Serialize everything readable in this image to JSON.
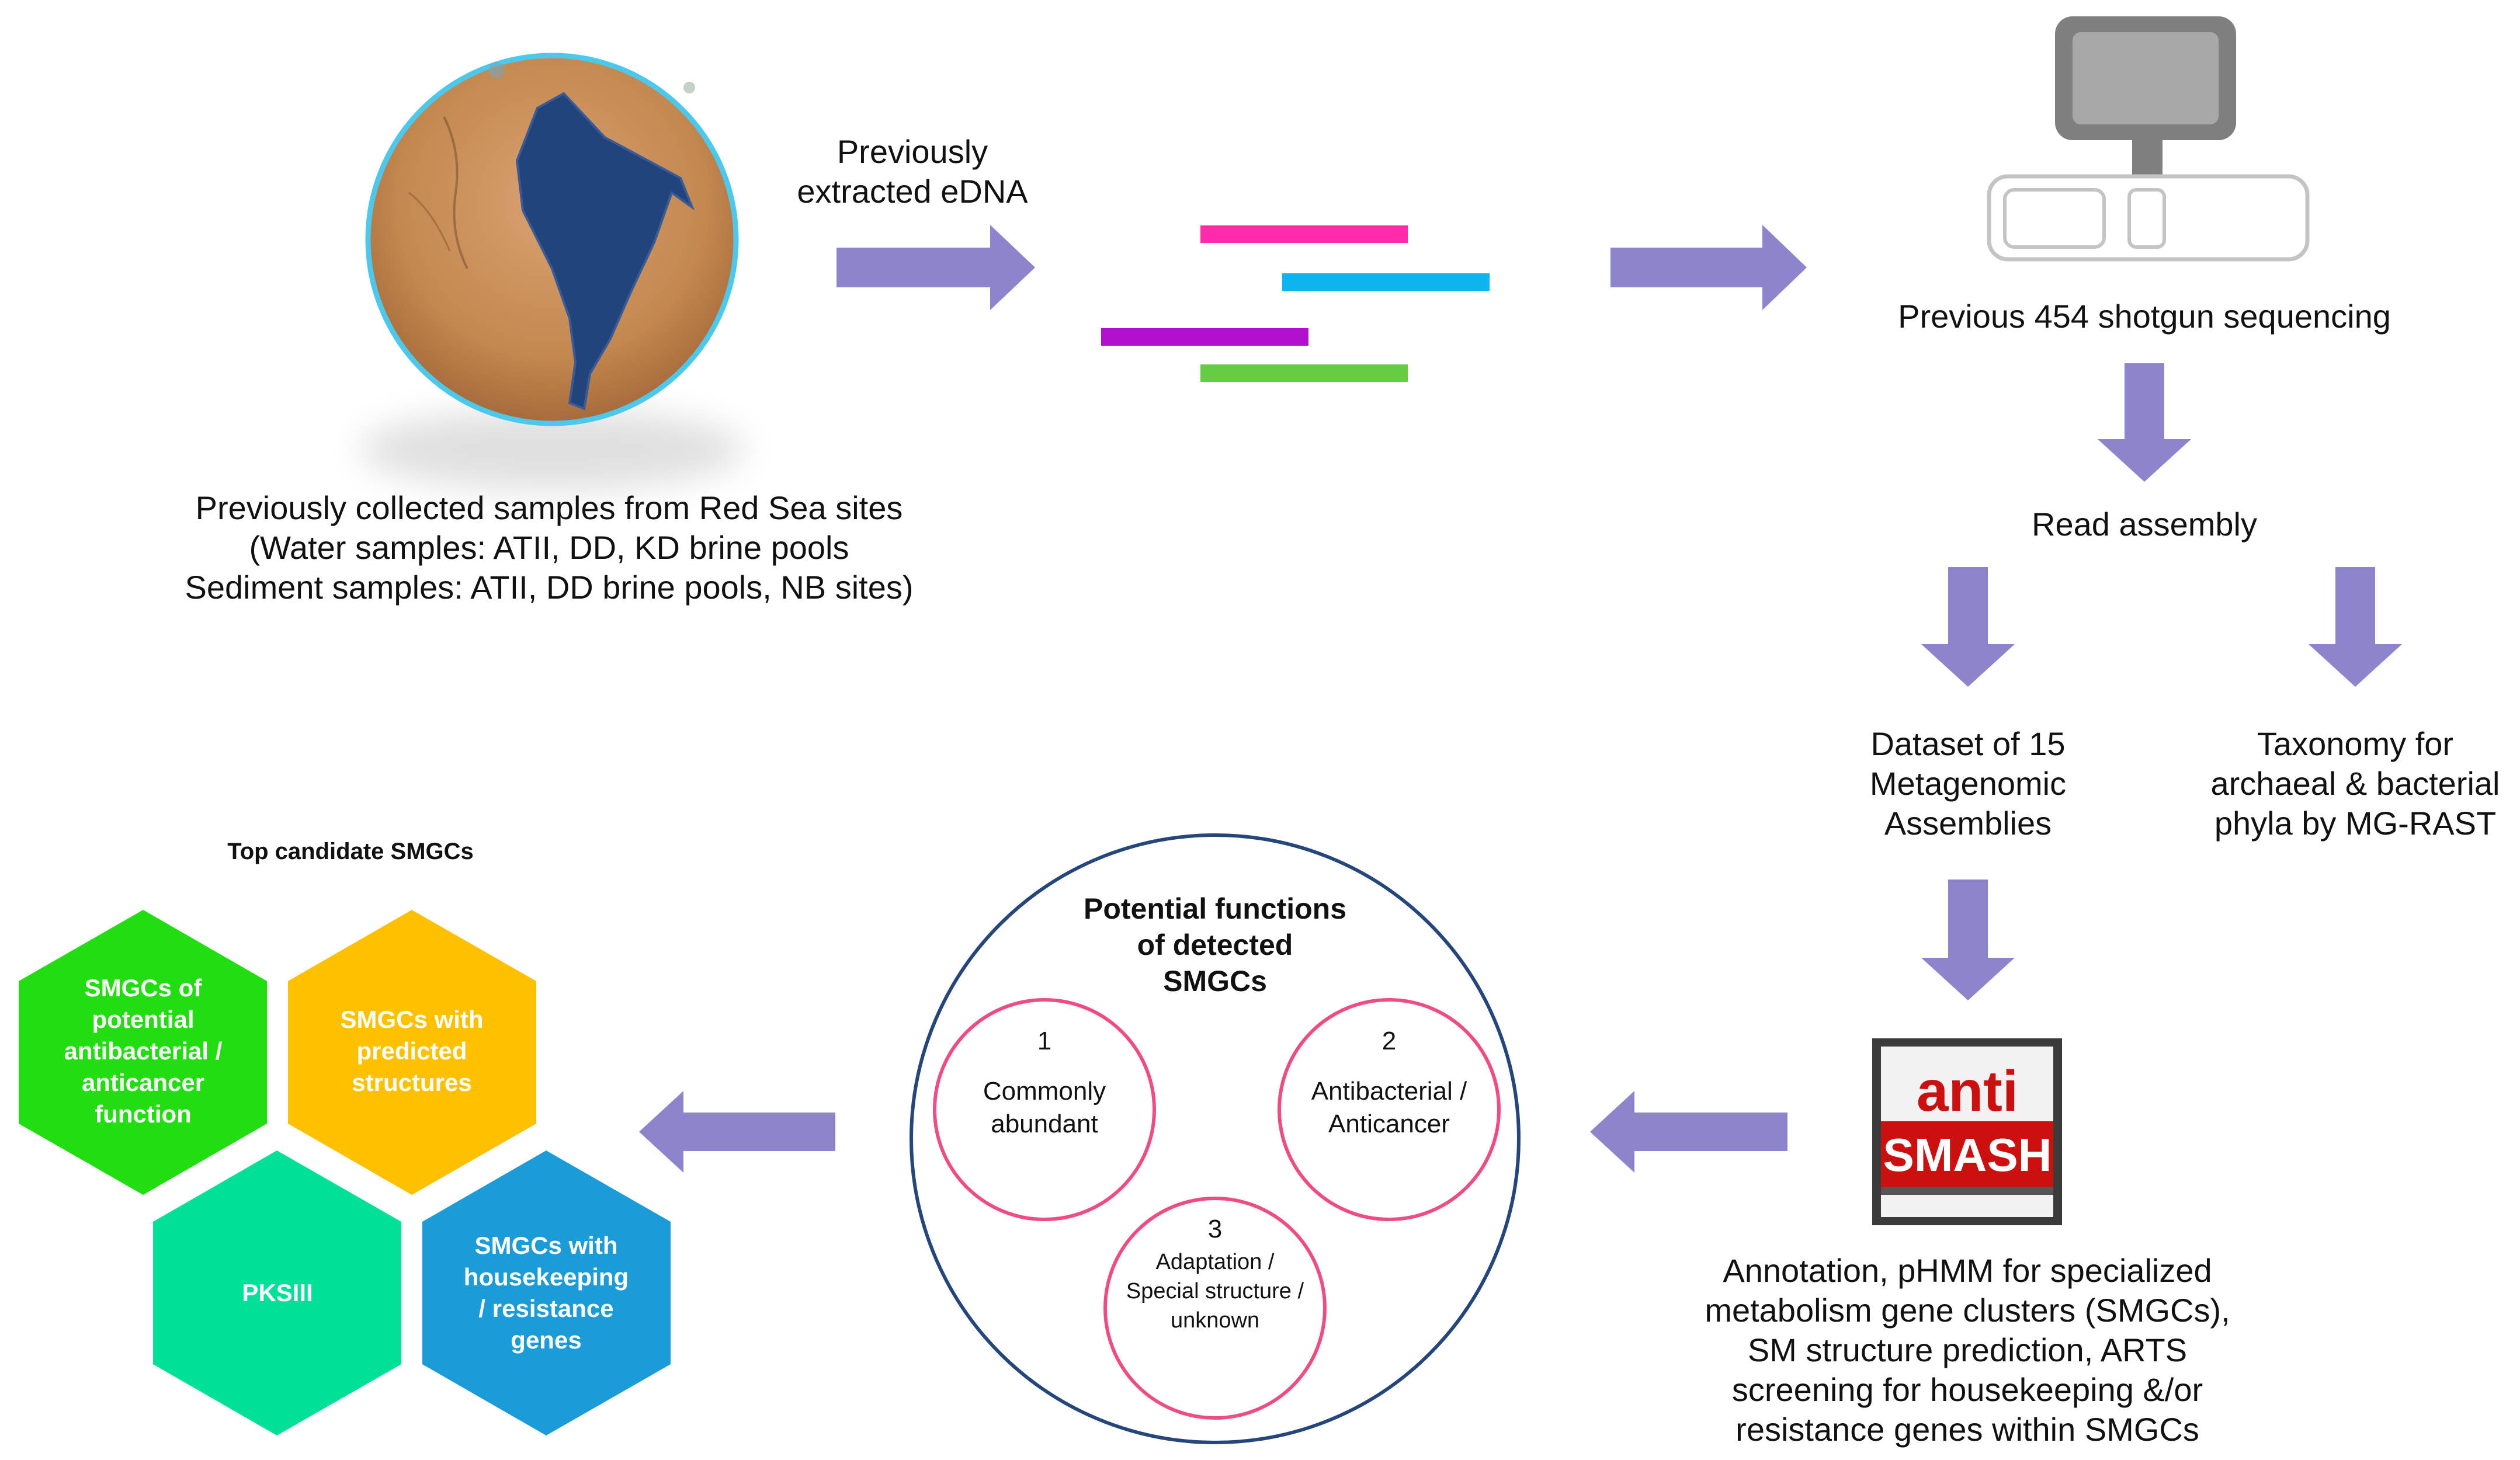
{
  "steps": {
    "samples": {
      "lines": [
        "Previously collected samples from Red Sea sites",
        "(Water samples: ATII, DD, KD brine pools",
        "Sediment samples: ATII, DD brine pools, NB sites)"
      ]
    },
    "edna": {
      "lines": [
        "Previously",
        "extracted eDNA"
      ]
    },
    "sequencing": {
      "label": "Previous 454 shotgun sequencing"
    },
    "assembly": {
      "label": "Read assembly"
    },
    "dataset": {
      "lines": [
        "Dataset of 15",
        "Metagenomic",
        "Assemblies"
      ]
    },
    "taxonomy": {
      "lines": [
        "Taxonomy for",
        "archaeal & bacterial",
        "phyla by MG-RAST"
      ]
    },
    "antismash": {
      "logo_top": "anti",
      "logo_bottom": "SMASH",
      "lines": [
        "Annotation, pHMM for specialized",
        "metabolism gene clusters (SMGCs),",
        "SM structure prediction, ARTS",
        "screening for housekeeping &/or",
        "resistance genes within SMGCs"
      ]
    }
  },
  "functions": {
    "title_lines": [
      "Potential functions",
      "of detected",
      "SMGCs"
    ],
    "items": [
      {
        "number": "1",
        "lines": [
          "Commonly",
          "abundant"
        ]
      },
      {
        "number": "2",
        "lines": [
          "Antibacterial /",
          "Anticancer"
        ]
      },
      {
        "number": "3",
        "lines": [
          "Adaptation /",
          "Special structure /",
          "unknown"
        ]
      }
    ]
  },
  "candidates": {
    "title": "Top candidate SMGCs",
    "hexagons": [
      {
        "lines": [
          "SMGCs of",
          "potential",
          "antibacterial /",
          "anticancer",
          "function"
        ],
        "color": "#22dd11"
      },
      {
        "lines": [
          "SMGCs with",
          "predicted",
          "structures"
        ],
        "color": "#ffc000"
      },
      {
        "lines": [
          "PKSIII"
        ],
        "color": "#00e096"
      },
      {
        "lines": [
          "SMGCs with",
          "housekeeping",
          "/ resistance",
          "genes"
        ],
        "color": "#1b9bd8"
      }
    ]
  },
  "colors": {
    "arrow": "#8c84cc",
    "read_pink": "#ff2aa8",
    "read_cyan": "#10b4ec",
    "read_purple": "#b010cc",
    "read_green": "#66cc44",
    "map_ring": "#4cc8ec",
    "function_circle": "#24467a",
    "inner_circle": "#ee4c82",
    "antismash_red": "#cc1010"
  },
  "icons": [
    "red-sea-map-icon",
    "sequencer-icon",
    "antismash-logo-icon"
  ]
}
